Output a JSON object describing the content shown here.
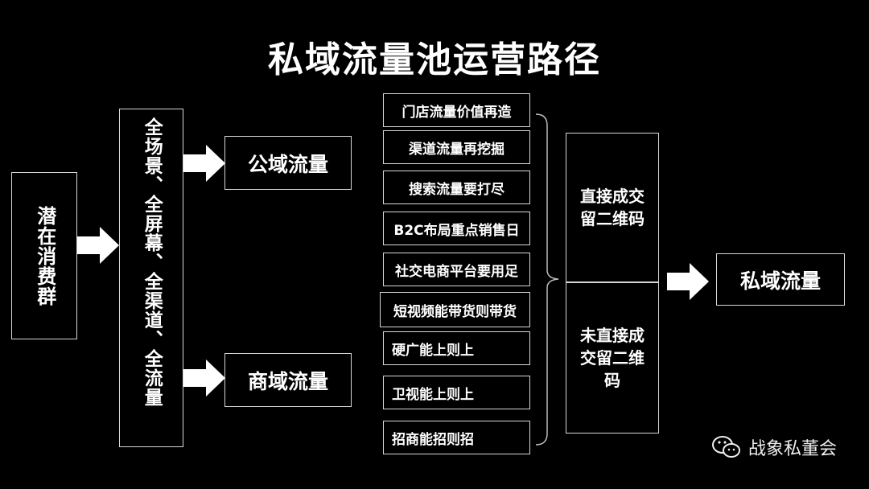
{
  "title": "私域流量池运营路径",
  "source_box": "潜在消费群",
  "middle_box_lines": [
    "全场景、",
    "全屏幕、",
    "全渠道、",
    "全流量"
  ],
  "branches": {
    "public": "公域流量",
    "commercial": "商域流量"
  },
  "tactics": [
    "门店流量价值再造",
    "渠道流量再挖掘",
    "搜索流量要打尽",
    "B2C布局重点销售日",
    "社交电商平台要用足",
    "短视频能带货则带货",
    "硬广能上则上",
    "卫视能上则上",
    "招商能招则招"
  ],
  "outcomes": {
    "direct": "直接成交留二维码",
    "indirect": "未直接成交留二维码"
  },
  "result": "私域流量",
  "watermark": "战象私董会"
}
